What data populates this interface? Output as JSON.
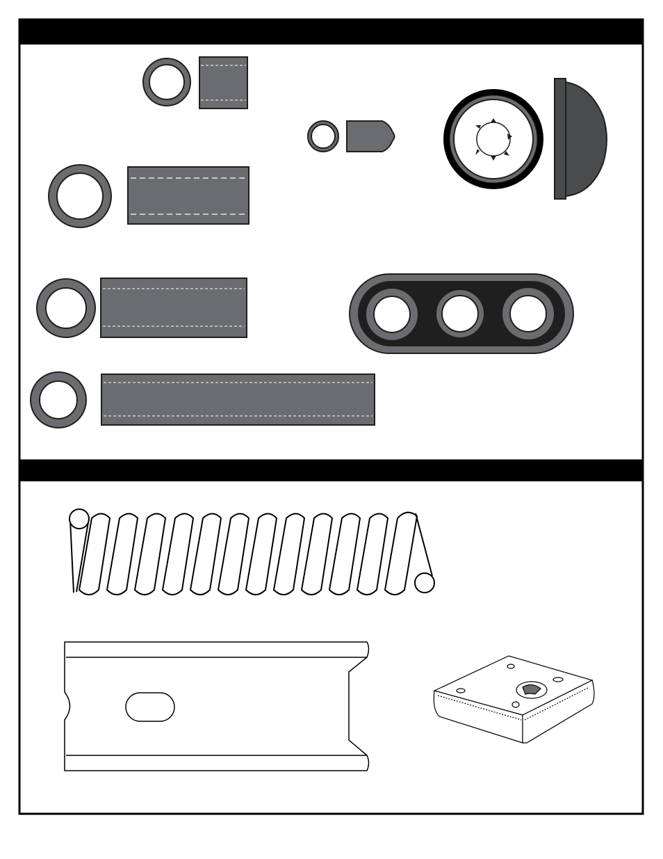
{
  "colors": {
    "part_fill": "#6b6c6f",
    "part_fill_dark": "#4a4b4d",
    "outline": "#1f1f1f",
    "header_bar": "#000000",
    "background": "#ffffff",
    "dash": "#ffffff"
  },
  "sections": [
    {
      "name": "hardware-parts-top",
      "header_text": "",
      "parts": [
        "small-spacer",
        "mini-spacer",
        "wheel-cap",
        "medium-spacer",
        "long-spacer",
        "three-hole-bracket",
        "extra-long-spacer"
      ]
    },
    {
      "name": "hardware-parts-bottom",
      "header_text": "",
      "parts": [
        "coil-spring",
        "channel-bracket",
        "mounting-block"
      ]
    }
  ]
}
